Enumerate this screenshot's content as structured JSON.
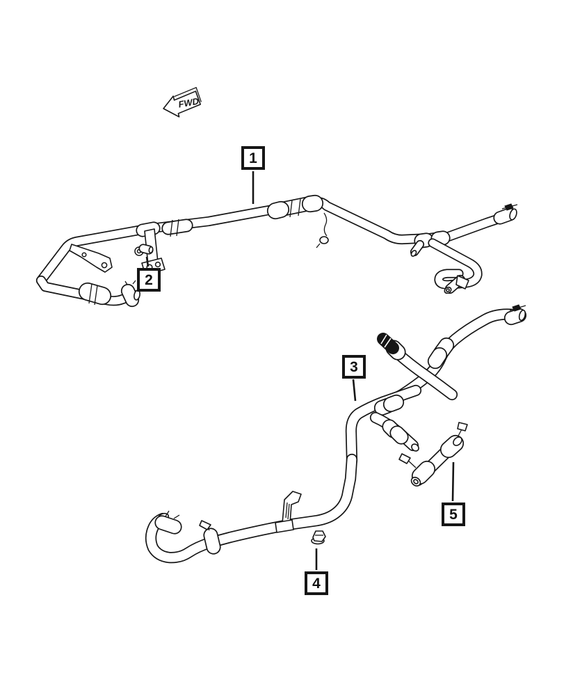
{
  "diagram": {
    "type": "vehicle-parts-line-art",
    "subject": "heater hoses and tubes",
    "background_color": "#ffffff",
    "line_color": "#161616",
    "direction_indicator": "FWD"
  },
  "callouts": [
    {
      "label": "1"
    },
    {
      "label": "2"
    },
    {
      "label": "3"
    },
    {
      "label": "4"
    },
    {
      "label": "5"
    }
  ]
}
